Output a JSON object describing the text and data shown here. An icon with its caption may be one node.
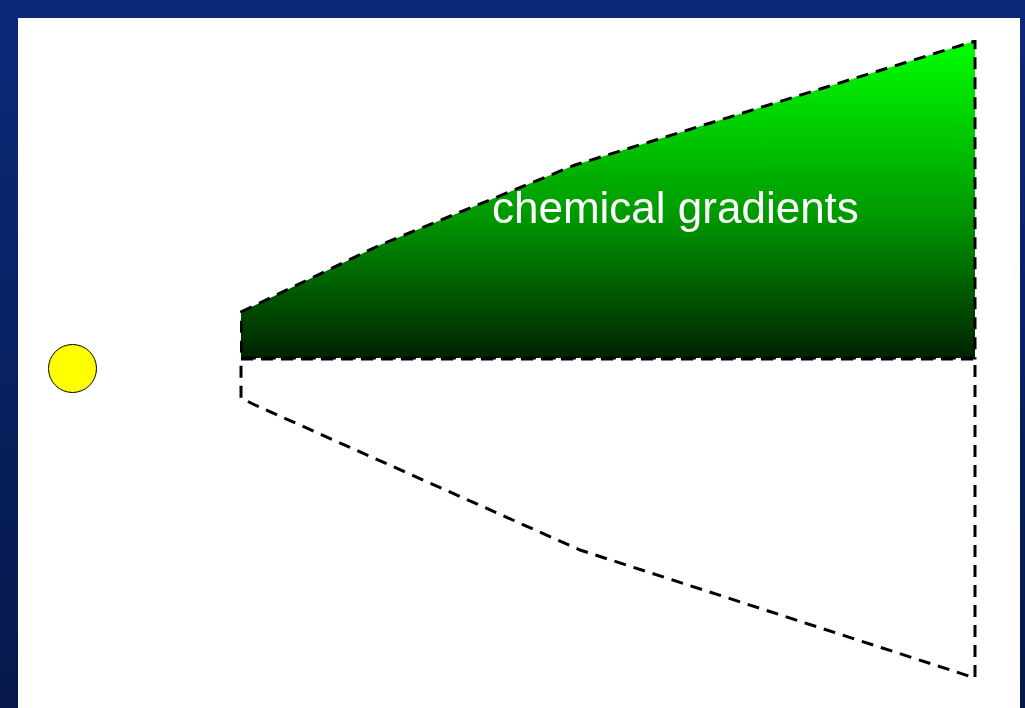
{
  "diagram": {
    "nodes": [
      {
        "text": [],
        "shape": "circle"
      },
      {
        "text": [
          "chemical gradients"
        ]
      },
      {
        "text": [],
        "shape": "wedge"
      }
    ],
    "edges": []
  }
}
